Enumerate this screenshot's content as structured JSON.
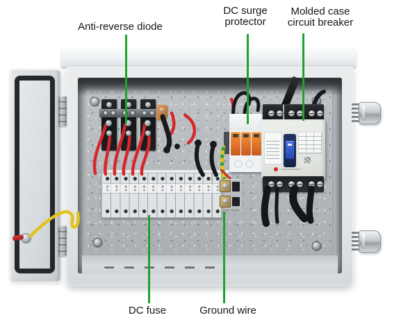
{
  "annotations": {
    "anti_reverse_diode": {
      "label": "Anti-reverse diode"
    },
    "dc_surge_protector": {
      "label": "DC surge protector"
    },
    "molded_case_circuit_breaker": {
      "label": "Molded case circuit breaker"
    },
    "dc_fuse": {
      "label": "DC fuse"
    },
    "ground_wire": {
      "label": "Ground wire"
    }
  },
  "colors": {
    "annotation_line_green": "#1da32e",
    "label_text": "#161616",
    "wire_red": "#d5282c",
    "wire_black": "#17191b",
    "ground_wire_yellow": "#e2c31d",
    "ground_wire_green": "#2f9e3f",
    "surge_module_orange": "#e8732a",
    "breaker_toggle_blue": "#2e55c8"
  }
}
